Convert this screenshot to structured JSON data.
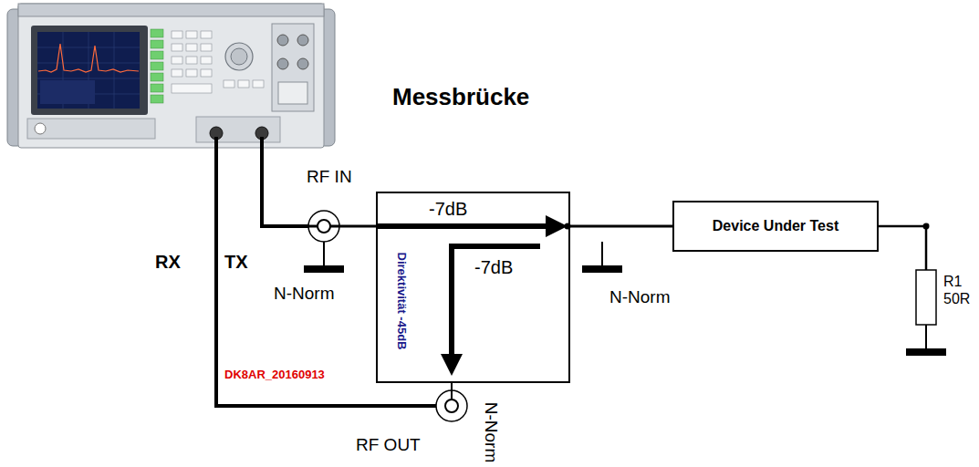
{
  "diagram": {
    "nodes": [
      {
        "text": [
          "Messbrücke",
          "-7dB",
          "-7dB",
          "Direktivität -45dB"
        ]
      },
      {
        "text": [
          "Device Under Test"
        ]
      }
    ],
    "edges": [
      {
        "from": 0,
        "to": 1,
        "arrow": "none"
      }
    ],
    "labels": [
      "RF IN",
      "RX",
      "TX",
      "N-Norm",
      "N-Norm",
      "DK8AR_20160913",
      "RF OUT",
      "N-Norm",
      "R1",
      "50R"
    ]
  }
}
